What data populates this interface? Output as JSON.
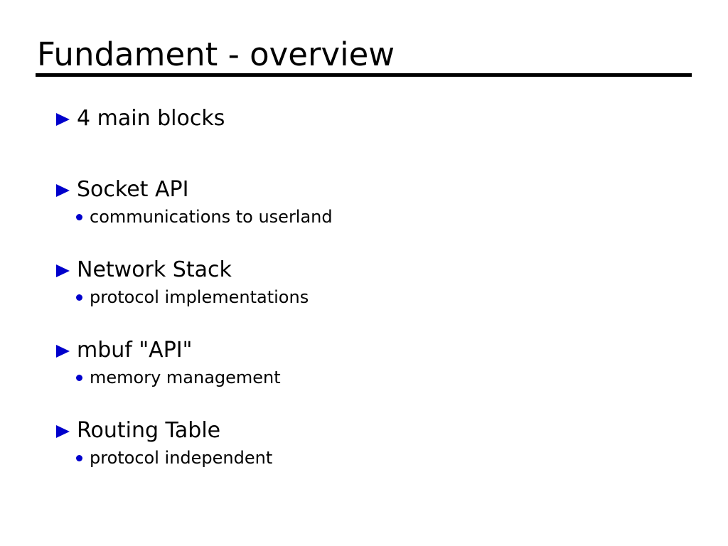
{
  "slide": {
    "title": "Fundament - overview",
    "background_color": "#ffffff",
    "text_color": "#000000",
    "bullet_color": "#0000cc",
    "rule_color": "#000000",
    "blocks": [
      {
        "heading": "4 main blocks",
        "bullet_icon": "triangle-right-icon",
        "sub": null,
        "sub_bullet_icon": null
      },
      {
        "heading": "Socket API",
        "bullet_icon": "triangle-right-icon",
        "sub": "communications to userland",
        "sub_bullet_icon": "dot-icon"
      },
      {
        "heading": "Network Stack",
        "bullet_icon": "triangle-right-icon",
        "sub": "protocol implementations",
        "sub_bullet_icon": "dot-icon"
      },
      {
        "heading": "mbuf \"API\"",
        "bullet_icon": "triangle-right-icon",
        "sub": "memory management",
        "sub_bullet_icon": "dot-icon"
      },
      {
        "heading": "Routing Table",
        "bullet_icon": "triangle-right-icon",
        "sub": "protocol independent",
        "sub_bullet_icon": "dot-icon"
      }
    ]
  }
}
